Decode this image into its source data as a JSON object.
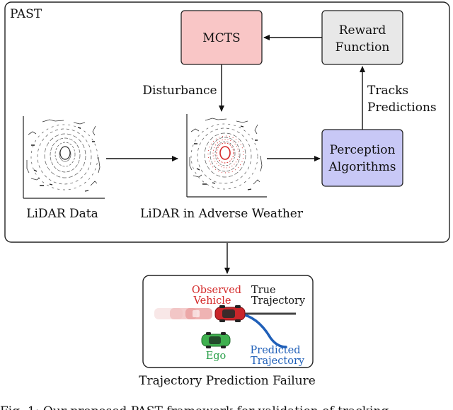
{
  "frame": {
    "title": "PAST"
  },
  "nodes": {
    "mcts": {
      "label": "MCTS",
      "fill": "#f9c6c6"
    },
    "reward": {
      "line1": "Reward",
      "line2": "Function",
      "fill": "#e8e8e8"
    },
    "perception": {
      "line1": "Perception",
      "line2": "Algorithms",
      "fill": "#c8c8f6"
    },
    "lidar_data": {
      "label": "LiDAR Data"
    },
    "lidar_weather": {
      "label": "LiDAR in Adverse Weather"
    }
  },
  "edges": {
    "disturbance": {
      "label": "Disturbance"
    },
    "tracks": {
      "line1": "Tracks",
      "line2": "Predictions"
    }
  },
  "failure_panel": {
    "caption": "Trajectory Prediction Failure",
    "observed": {
      "line1": "Observed",
      "line2": "Vehicle",
      "color": "#d42a2a"
    },
    "true_traj": {
      "line1": "True",
      "line2": "Trajectory",
      "color": "#111111"
    },
    "ego": {
      "label": "Ego",
      "color": "#2aa04a"
    },
    "predicted": {
      "line1": "Predicted",
      "line2": "Trajectory",
      "color": "#1f5fb8"
    }
  },
  "figure_caption": "Fig. 1: Our proposed PAST framework for validation of tracking"
}
